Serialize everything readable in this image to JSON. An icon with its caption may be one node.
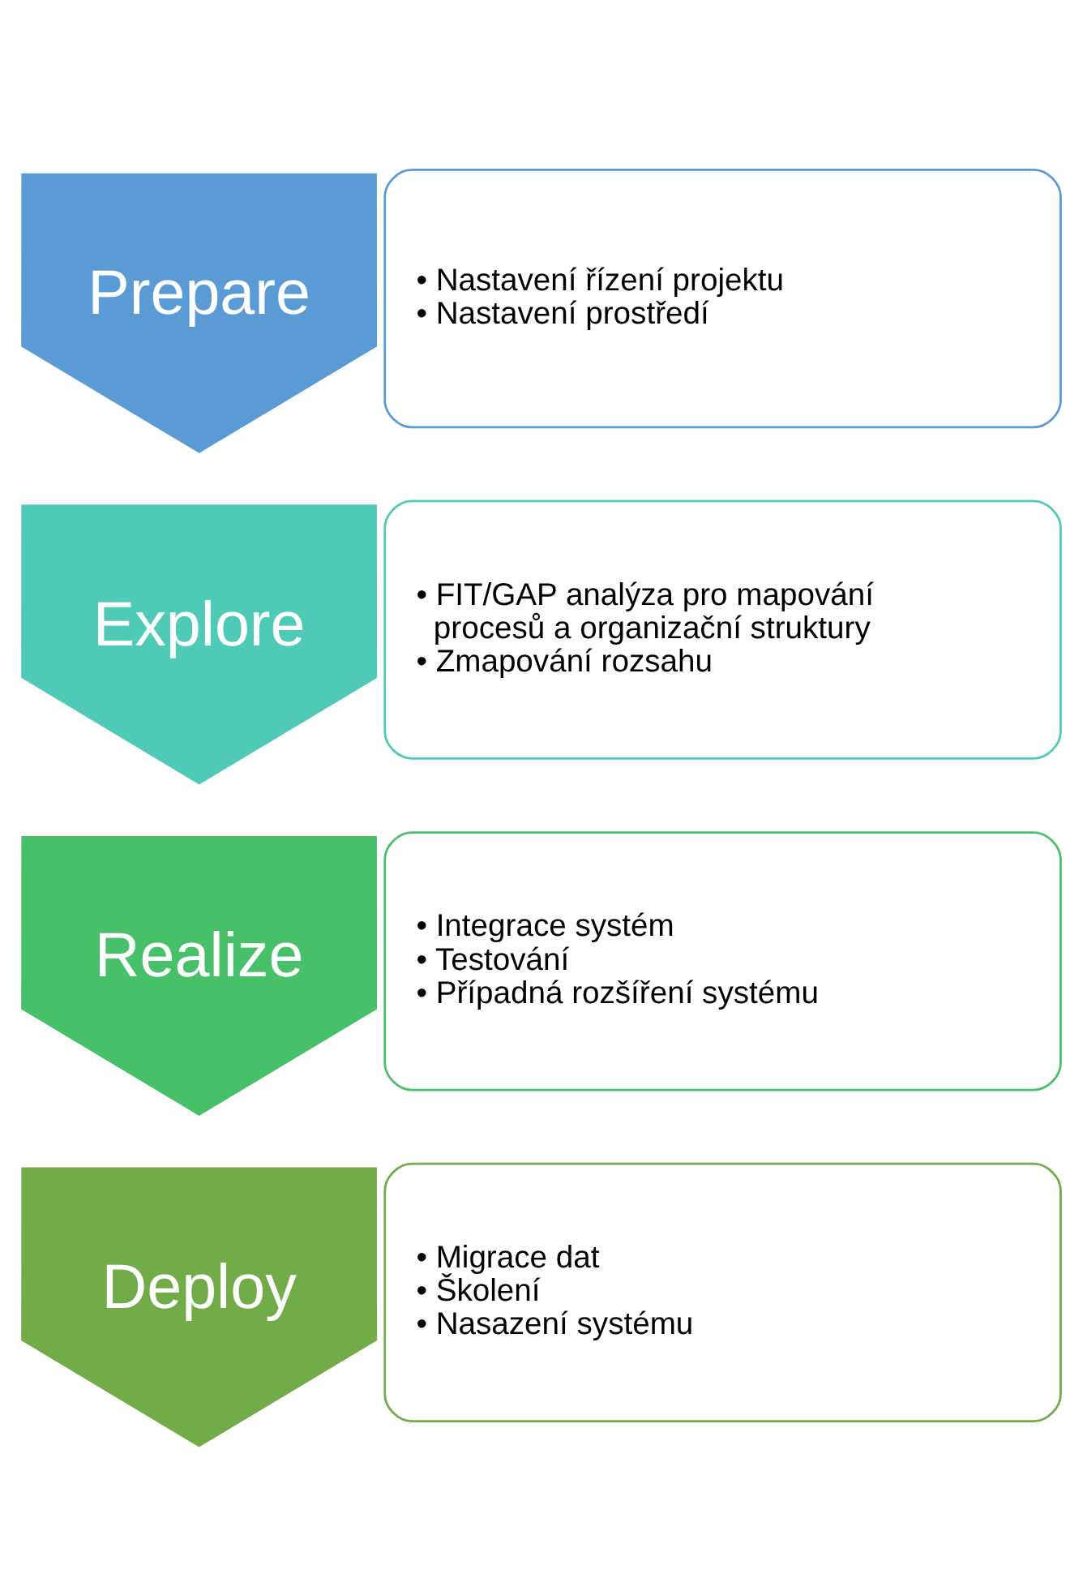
{
  "diagram": {
    "nodes": [
      {
        "text": [
          "Prepare"
        ]
      },
      {
        "text": [
          "• Nastavení řízení projektu",
          "• Nastavení prostředí"
        ]
      },
      {
        "text": [
          "Explore"
        ]
      },
      {
        "text": [
          "• FIT/GAP analýza pro mapování procesů a organizační struktury",
          "• Zmapování rozsahu"
        ]
      },
      {
        "text": [
          "Realize"
        ]
      },
      {
        "text": [
          "• Integrace systém",
          "• Testování",
          "• Případná rozšíření systému"
        ]
      },
      {
        "text": [
          "Deploy"
        ]
      },
      {
        "text": [
          "• Migrace dat",
          "• Školení",
          "• Nasazení systému"
        ]
      }
    ]
  }
}
